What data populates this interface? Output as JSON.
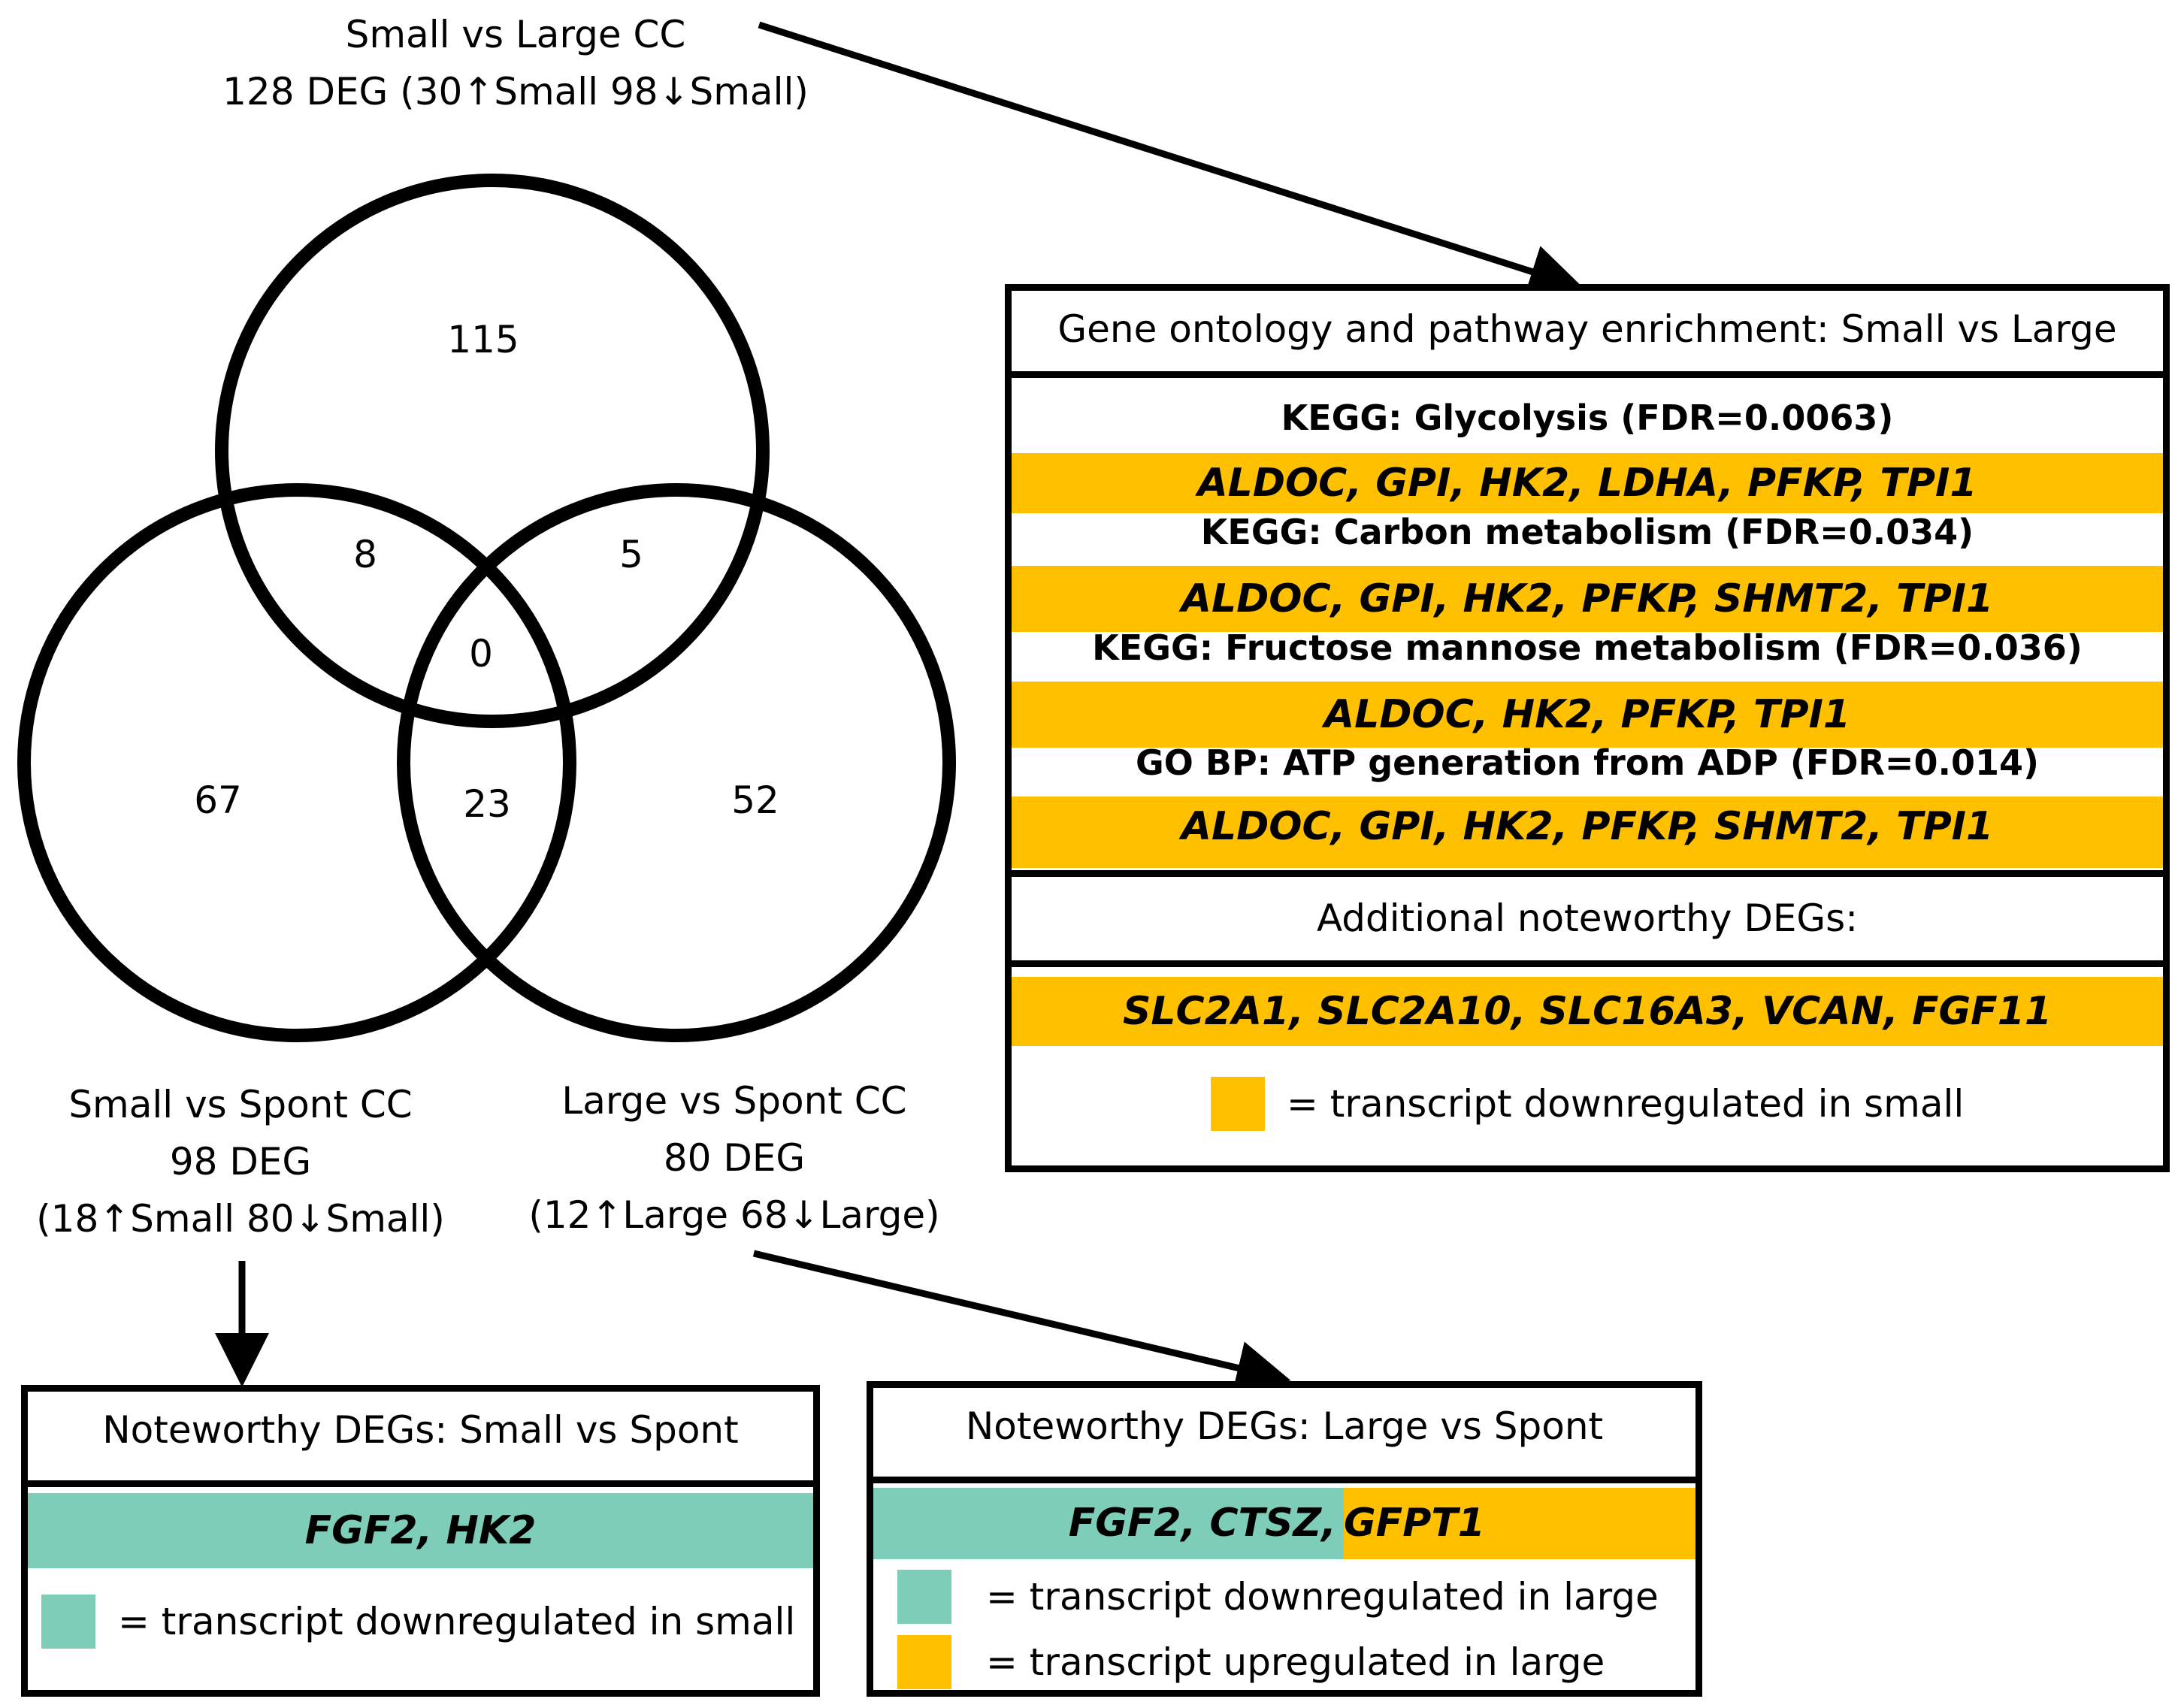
{
  "colors": {
    "orange": "#FFC000",
    "teal": "#7ECDB8",
    "line": "#000000"
  },
  "venn": {
    "top": {
      "title": "Small vs Large CC",
      "line2": "128 DEG  (30↑Small  98↓Small)"
    },
    "left": {
      "title": "Small vs Spont CC",
      "line2": "98 DEG",
      "line3": "(18↑Small  80↓Small)"
    },
    "right": {
      "title": "Large vs Spont CC",
      "line2": "80 DEG",
      "line3": "(12↑Large  68↓Large)"
    },
    "regions": {
      "top_only": "115",
      "top_left": "8",
      "top_right": "5",
      "center": "0",
      "left_only": "67",
      "left_right": "23",
      "right_only": "52"
    }
  },
  "enrichment_box": {
    "header": "Gene ontology and pathway enrichment: Small vs Large",
    "terms": [
      {
        "term": "KEGG: Glycolysis (FDR=0.0063)",
        "genes": "ALDOC, GPI, HK2, LDHA, PFKP, TPI1"
      },
      {
        "term": "KEGG: Carbon metabolism (FDR=0.034)",
        "genes": "ALDOC, GPI, HK2,  PFKP, SHMT2, TPI1"
      },
      {
        "term": "KEGG: Fructose mannose metabolism (FDR=0.036)",
        "genes": "ALDOC, HK2, PFKP, TPI1"
      },
      {
        "term": "GO BP:  ATP generation from ADP (FDR=0.014)",
        "genes": "ALDOC, GPI, HK2,  PFKP, SHMT2, TPI1"
      }
    ],
    "additional_header": "Additional noteworthy DEGs:",
    "additional_genes": "SLC2A1, SLC2A10, SLC16A3, VCAN, FGF11",
    "legend": "= transcript downregulated in small"
  },
  "small_spont_box": {
    "header": "Noteworthy DEGs: Small vs Spont",
    "genes": "FGF2, HK2",
    "legend": "= transcript downregulated in small"
  },
  "large_spont_box": {
    "header": "Noteworthy DEGs: Large vs Spont",
    "genes_teal": "FGF2, CTSZ,",
    "genes_orange": "GFPT1",
    "legend_teal": "= transcript downregulated in large",
    "legend_orange": "= transcript upregulated in large"
  }
}
